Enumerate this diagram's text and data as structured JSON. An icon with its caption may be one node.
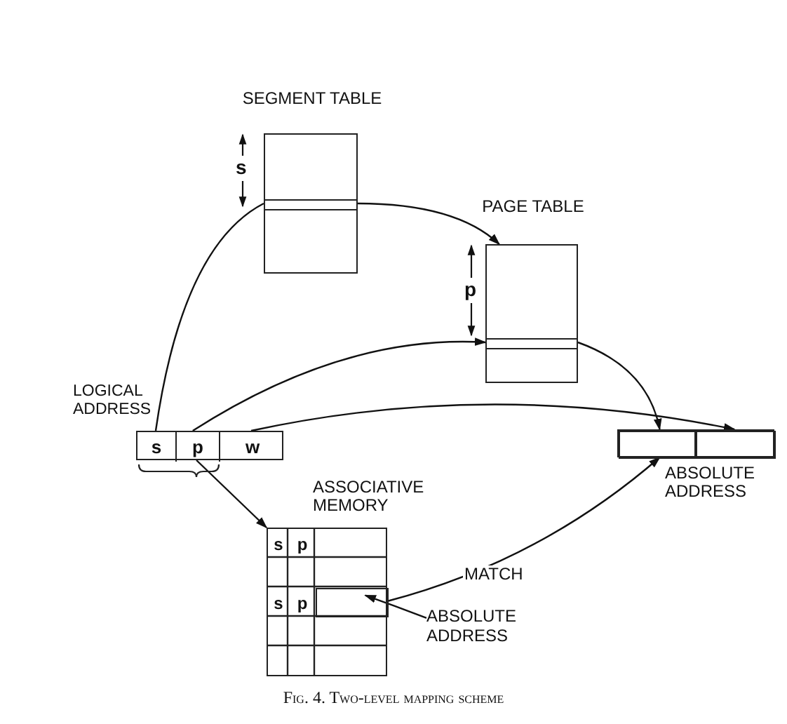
{
  "diagram": {
    "caption": "Fig. 4. Two-level mapping scheme",
    "nodes": [
      {
        "text": [
          "SEGMENT TABLE"
        ]
      },
      {
        "text": [],
        "shape": "box",
        "in": 0
      },
      {
        "text": [
          "PAGE TABLE"
        ]
      },
      {
        "text": [],
        "shape": "box",
        "in": 2
      },
      {
        "text": [
          "LOGICAL ADDRESS"
        ]
      },
      {
        "text": [
          "s"
        ],
        "in": 4
      },
      {
        "text": [
          "p"
        ],
        "in": 4
      },
      {
        "text": [
          "w"
        ],
        "in": 4
      },
      {
        "text": [
          "ABSOLUTE ADDRESS"
        ]
      },
      {
        "text": [],
        "shape": "box",
        "in": 8
      },
      {
        "text": [],
        "shape": "box",
        "in": 8
      },
      {
        "text": [
          "ASSOCIATIVE MEMORY"
        ]
      },
      {
        "text": [
          "s"
        ],
        "in": 11
      },
      {
        "text": [
          "p"
        ],
        "in": 11
      },
      {
        "text": [
          "s"
        ],
        "in": 11
      },
      {
        "text": [
          "p"
        ],
        "in": 11
      },
      {
        "text": [],
        "shape": "box",
        "in": 11
      },
      {
        "text": [
          "ABSOLUTE ADDRESS"
        ]
      }
    ],
    "edges": [
      {
        "from": 5,
        "to": 1,
        "arrow": "none"
      },
      {
        "from": 1,
        "to": 2,
        "arrow": "to"
      },
      {
        "from": 6,
        "to": 3,
        "arrow": "to"
      },
      {
        "from": 3,
        "to": 9,
        "arrow": "to"
      },
      {
        "from": 7,
        "to": 10,
        "arrow": "to"
      },
      {
        "from": 4,
        "to": 11,
        "arrow": "to"
      },
      {
        "from": 16,
        "to": 9,
        "arrow": "to",
        "label": "MATCH"
      },
      {
        "from": 17,
        "to": 16,
        "arrow": "to"
      }
    ],
    "labels": [
      "s",
      "p"
    ]
  }
}
